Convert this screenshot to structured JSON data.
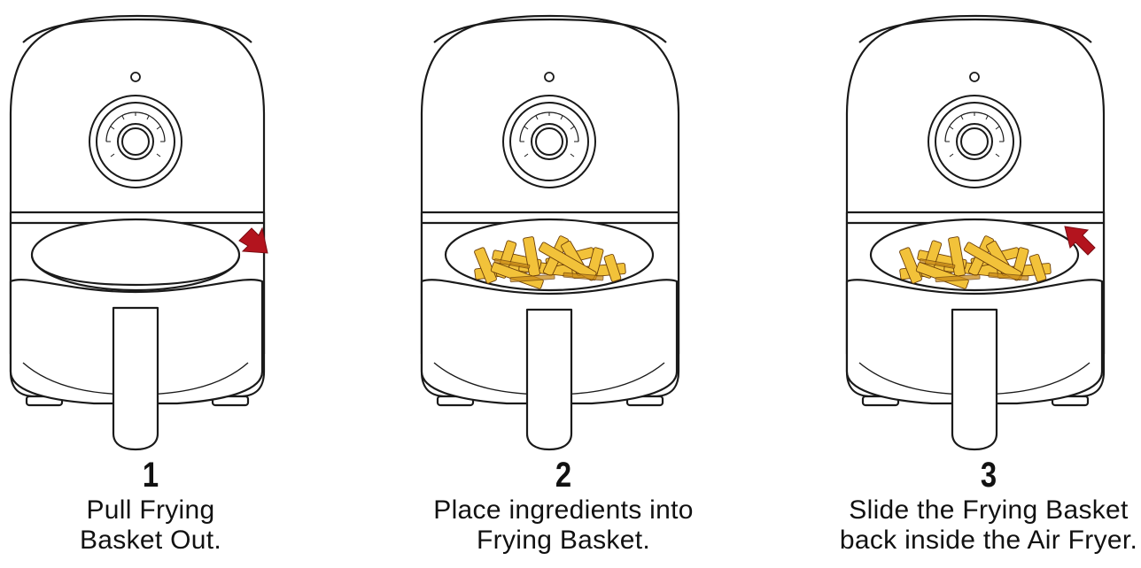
{
  "colors": {
    "outline": "#1a1a1a",
    "body_fill": "#ffffff",
    "arrow_red": "#b3141e",
    "fries_fill": "#f2c23a",
    "fries_shadow": "#c98a18",
    "fries_outline": "#6b3e08"
  },
  "steps": [
    {
      "number": "1",
      "lines": [
        "Pull Frying",
        "Basket Out."
      ],
      "basket_contents": "empty",
      "arrow": "out-arrow-icon"
    },
    {
      "number": "2",
      "lines": [
        "Place ingredients into",
        "Frying Basket."
      ],
      "basket_contents": "fries",
      "arrow": "none"
    },
    {
      "number": "3",
      "lines": [
        "Slide the Frying Basket",
        "back inside the Air Fryer."
      ],
      "basket_contents": "fries",
      "arrow": "in-arrow-icon"
    }
  ]
}
